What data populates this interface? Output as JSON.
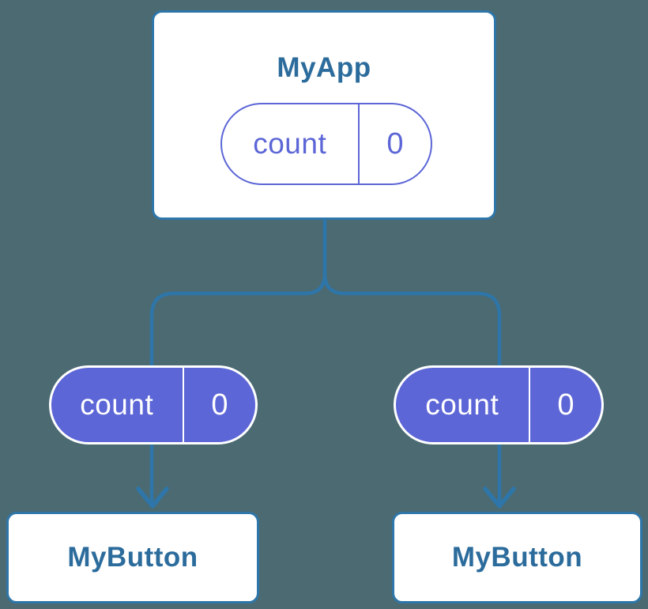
{
  "colors": {
    "background": "#4b6a72",
    "connector": "#2e76a9",
    "node_border": "#2e76a9",
    "node_label_text": "#2c6c9c",
    "state_pill_fill": "#5c66d6",
    "state_pill_outline": "#5c66d6",
    "state_pill_text_on_fill": "#ffffff",
    "card_background": "#ffffff"
  },
  "root_node": {
    "label": "MyApp",
    "state_pill": {
      "name": "count",
      "value": "0",
      "variant": "outline"
    }
  },
  "child_nodes": [
    {
      "label": "MyButton",
      "state_pill": {
        "name": "count",
        "value": "0",
        "variant": "filled"
      }
    },
    {
      "label": "MyButton",
      "state_pill": {
        "name": "count",
        "value": "0",
        "variant": "filled"
      }
    }
  ]
}
